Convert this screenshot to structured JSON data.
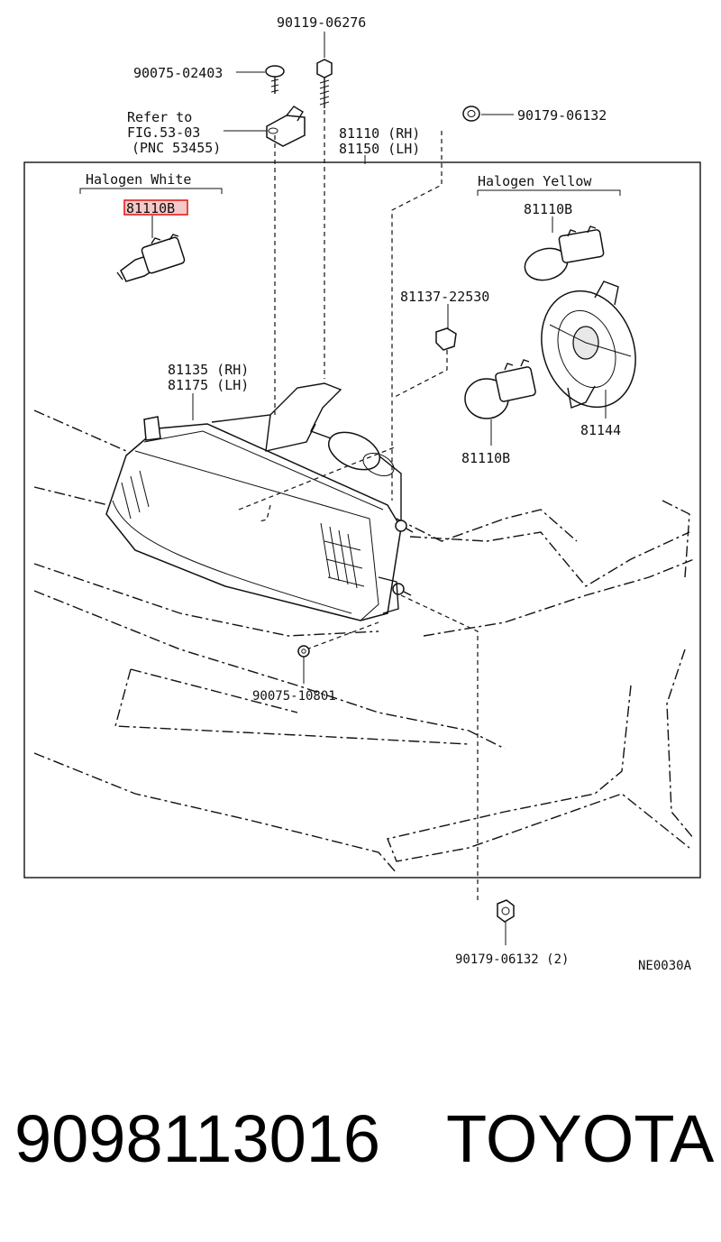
{
  "diagram": {
    "sections": {
      "white": "Halogen White",
      "yellow": "Halogen Yellow"
    },
    "refer": {
      "line1": "Refer to",
      "line2": "FIG.53-03",
      "line3": "(PNC 53455)"
    },
    "labels": {
      "bolt_top": "90119-06276",
      "screw": "90075-02403",
      "nut_top_right": "90179-06132",
      "unit_rh": "81110 (RH)",
      "unit_lh": "81150 (LH)",
      "bulb_white": "81110B",
      "bulb_yellow_top": "81110B",
      "clip": "81137-22530",
      "housing_rh": "81135 (RH)",
      "housing_lh": "81175 (LH)",
      "socket_cover": "81144",
      "bulb_yellow_mid": "81110B",
      "screw_bottom": "90075-10801",
      "nut_bottom": "90179-06132 (2)",
      "fig_code": "NE0030A"
    }
  },
  "footer": {
    "part_number": "9098113016",
    "brand": "TOYOTA"
  },
  "colors": {
    "highlight": "#e02020",
    "ink": "#111111"
  }
}
